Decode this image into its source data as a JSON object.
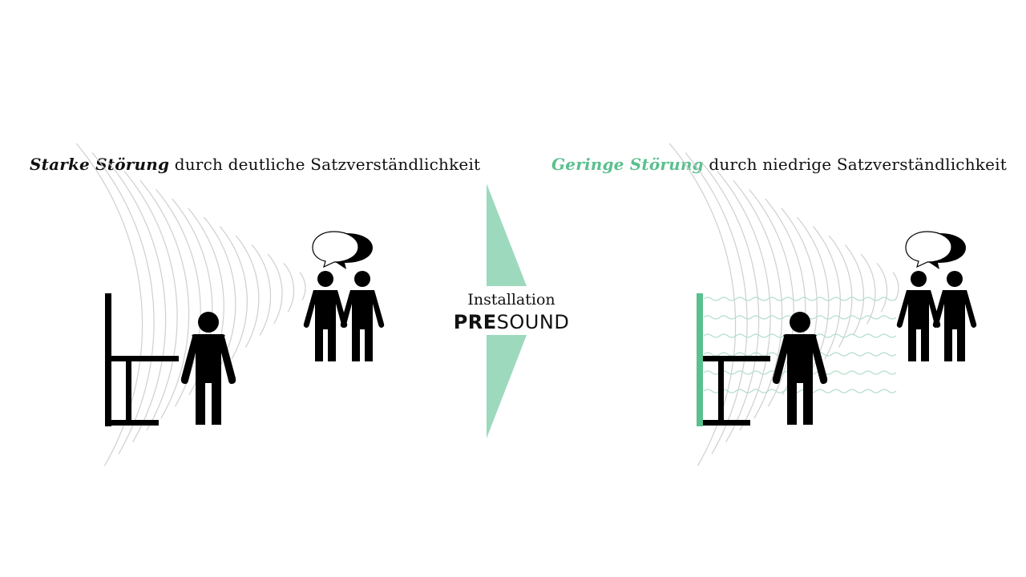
{
  "left_caption": {
    "emphasis": "Starke Störung",
    "rest": "durch deutliche Satzverständlichkeit"
  },
  "right_caption": {
    "emphasis": "Geringe Störung",
    "rest": "durch niedrige Satzverständlichkeit"
  },
  "center": {
    "label": "Installation",
    "brand_bold": "PRE",
    "brand_regular": "SOUND"
  },
  "colors": {
    "accent_green": "#5bbf8e",
    "arrow_green": "#9dd9bd",
    "wave_green": "#b5e0cc",
    "ink": "#000000",
    "arc_gray": "#cfcfcf"
  }
}
